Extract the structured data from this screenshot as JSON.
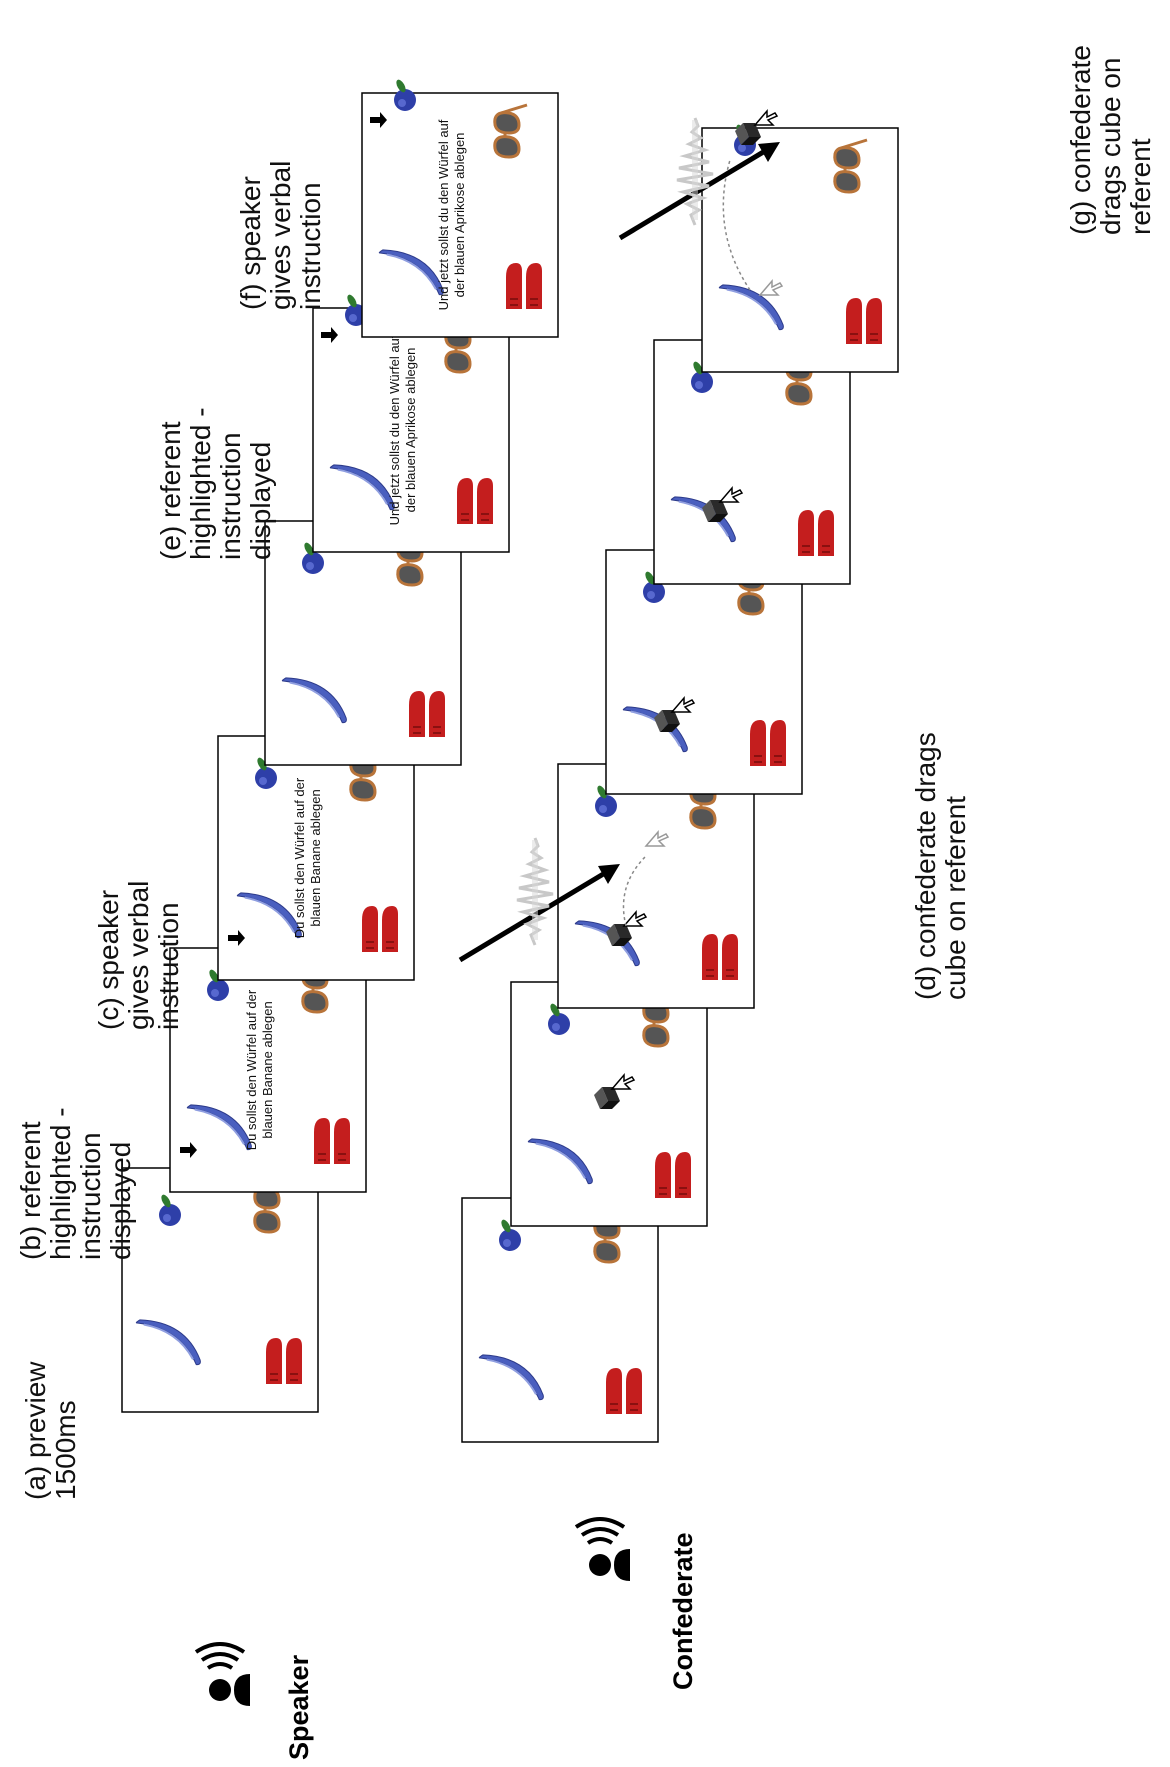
{
  "figure": {
    "roles": {
      "speaker": "Speaker",
      "confederate": "Confederate"
    },
    "stage_labels": {
      "a": [
        "(a) preview",
        "1500ms"
      ],
      "b": [
        "(b) referent",
        "highlighted -",
        "instruction",
        "displayed"
      ],
      "c": [
        "(c) speaker",
        "gives verbal",
        "instruction"
      ],
      "d": [
        "(d) confederate drags",
        "cube on referent"
      ],
      "e": [
        "(e) referent",
        "highlighted -",
        "instruction",
        "displayed"
      ],
      "f": [
        "(f) speaker",
        "gives verbal",
        "instruction"
      ],
      "g": [
        "(g) confederate",
        "drags cube on",
        "referent"
      ]
    },
    "instructions": {
      "trial1": [
        "Du sollst den Würfel auf der",
        "blauen Banane ablegen"
      ],
      "trial2": [
        "Und jetzt sollst du den Würfel auf",
        "der blauen Aprikose ablegen"
      ]
    },
    "objects": [
      "blue-banana",
      "blue-apricot",
      "red-socks",
      "sunglasses"
    ],
    "colors": {
      "banana": "#4a5fbf",
      "apricot": "#2e3fa8",
      "socks": "#c41e1e",
      "sunglasses_frame": "#b8743a",
      "cube": "#1a1a1a",
      "frame_border": "#000000"
    }
  }
}
